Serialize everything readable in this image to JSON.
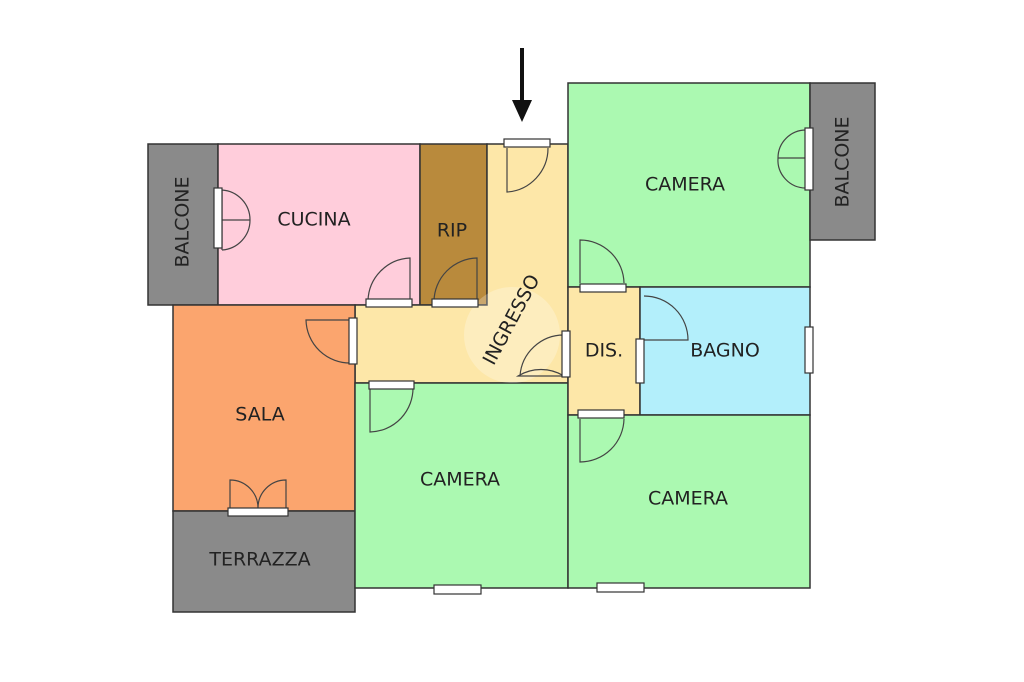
{
  "plan": {
    "rooms": {
      "balcone_left": {
        "label": "BALCONE",
        "color": "#8a8a8a"
      },
      "cucina": {
        "label": "CUCINA",
        "color": "#ffcddb"
      },
      "rip": {
        "label": "RIP",
        "color": "#b98a3c"
      },
      "ingresso": {
        "label": "INGRESSO",
        "color": "#fde7a8"
      },
      "sala": {
        "label": "SALA",
        "color": "#fba56e"
      },
      "terrazza": {
        "label": "TERRAZZA",
        "color": "#8a8a8a"
      },
      "camera_bottom_left": {
        "label": "CAMERA",
        "color": "#abf9b1"
      },
      "camera_top_right": {
        "label": "CAMERA",
        "color": "#abf9b1"
      },
      "balcone_right": {
        "label": "BALCONE",
        "color": "#8a8a8a"
      },
      "dis": {
        "label": "DIS.",
        "color": "#fde7a8"
      },
      "bagno": {
        "label": "BAGNO",
        "color": "#b3effb"
      },
      "camera_bottom_right": {
        "label": "CAMERA",
        "color": "#abf9b1"
      }
    }
  }
}
